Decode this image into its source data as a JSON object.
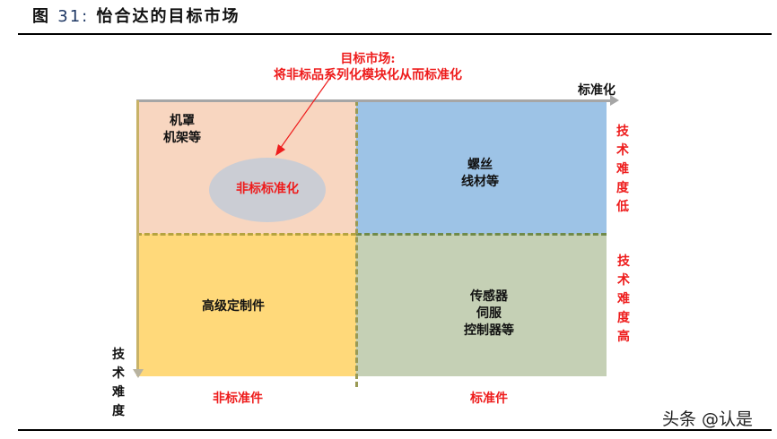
{
  "figure": {
    "title_prefix": "图",
    "title_number": "31:",
    "title_text": "怡合达的目标市场"
  },
  "callout": {
    "line1": "目标市场:",
    "line2": "将非标品系列化模块化从而标准化",
    "color": "#ee1c1c"
  },
  "axes": {
    "x_label": "标准化",
    "y_label": "技术难度",
    "right_top": "技术难度低",
    "right_bottom": "技术难度高",
    "bottom_left": "非标准件",
    "bottom_right": "标准件"
  },
  "quadrants": {
    "top_left": {
      "line1": "机罩",
      "line2": "机架等",
      "color": "#f8d6c0"
    },
    "top_right": {
      "line1": "螺丝",
      "line2": "线材等",
      "color": "#9dc3e6"
    },
    "bottom_left": {
      "line1": "高级定制件",
      "color": "#ffd97a"
    },
    "bottom_right": {
      "line1": "传感器",
      "line2": "伺服",
      "line3": "控制器等",
      "color": "#c5d0b5"
    }
  },
  "ellipse": {
    "label": "非标标准化",
    "color": "#cbcdd4"
  },
  "watermark": "头条 @认是"
}
